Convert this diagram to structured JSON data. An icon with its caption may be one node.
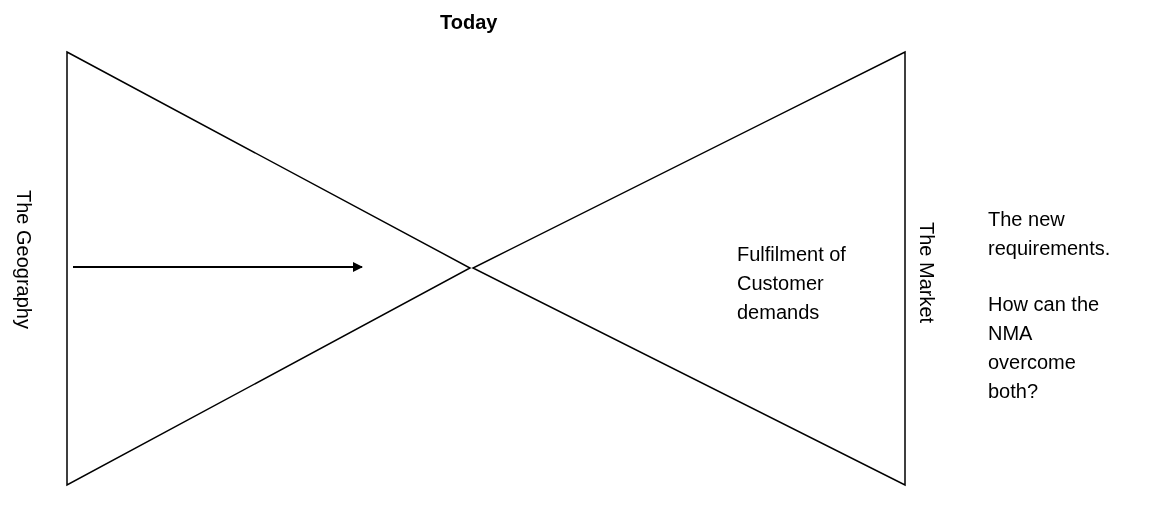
{
  "diagram": {
    "title": "Today",
    "nodes": [
      {
        "text": [
          "The Geography"
        ]
      },
      {
        "text": [
          "Fulfilment of Customer demands",
          "The Market"
        ]
      }
    ],
    "labels": [
      "The new requirements.",
      "How can the NMA overcome both?"
    ]
  }
}
